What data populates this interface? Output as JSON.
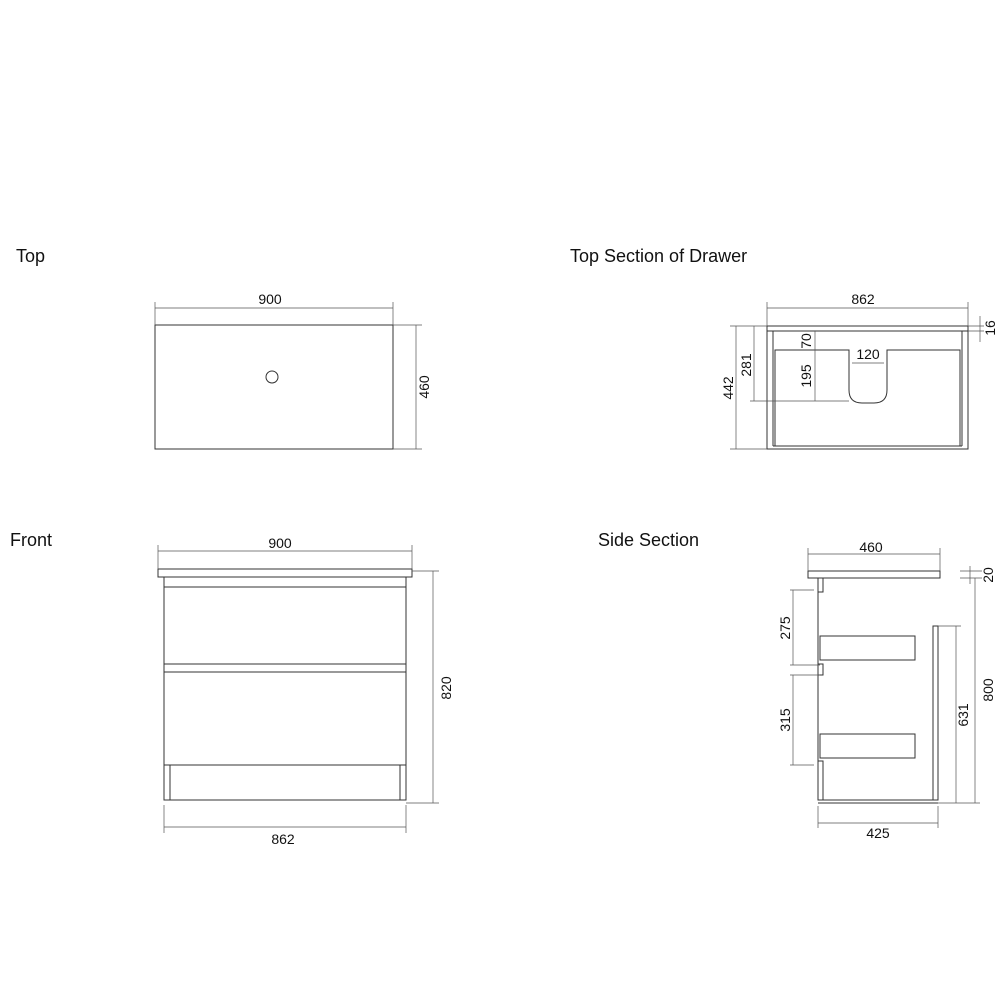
{
  "views": {
    "top": {
      "title": "Top",
      "width": "900",
      "depth": "460"
    },
    "drawer_section": {
      "title": "Top Section of Drawer",
      "width": "862",
      "depth": "442",
      "cutout_depth": "281",
      "front_offset": "70",
      "cutout_length": "195",
      "cutout_width": "120",
      "panel": "16"
    },
    "front": {
      "title": "Front",
      "top_width": "900",
      "height": "820",
      "body_width": "862"
    },
    "side": {
      "title": "Side Section",
      "top_depth": "460",
      "top_thickness": "20",
      "drawer1": "275",
      "drawer2": "315",
      "back_height": "631",
      "body_height": "800",
      "body_depth": "425"
    }
  }
}
